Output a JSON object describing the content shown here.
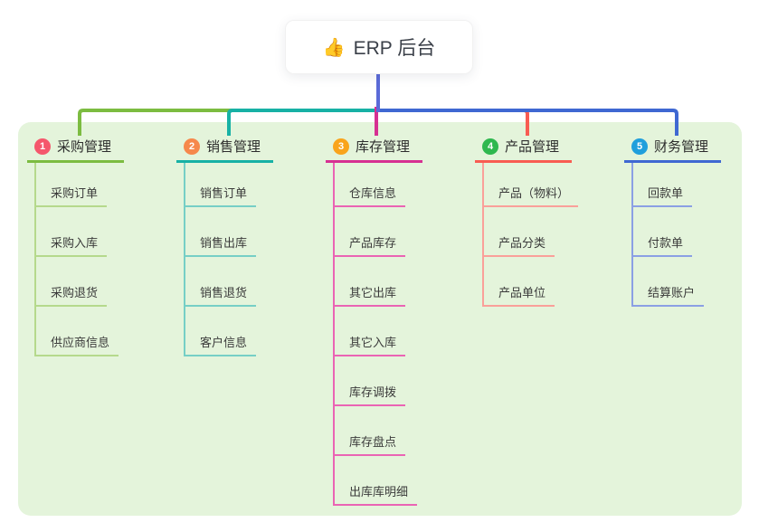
{
  "root": {
    "icon": "👍",
    "label": "ERP 后台"
  },
  "colors": {
    "page_background": "#ffffff",
    "panel_background": "#e4f4db",
    "root_connector": "#5b6bd8"
  },
  "branches": [
    {
      "index": "1",
      "label": "采购管理",
      "badge_color": "#f5576c",
      "line_color": "#7cbc41",
      "child_line_color": "#b5d98c",
      "children": [
        "采购订单",
        "采购入库",
        "采购退货",
        "供应商信息"
      ]
    },
    {
      "index": "2",
      "label": "销售管理",
      "badge_color": "#f6884b",
      "line_color": "#17b1a5",
      "child_line_color": "#76cfc6",
      "children": [
        "销售订单",
        "销售出库",
        "销售退货",
        "客户信息"
      ]
    },
    {
      "index": "3",
      "label": "库存管理",
      "badge_color": "#f9a41c",
      "line_color": "#d63092",
      "child_line_color": "#ea64b4",
      "children": [
        "仓库信息",
        "产品库存",
        "其它出库",
        "其它入库",
        "库存调拨",
        "库存盘点",
        "出库库明细"
      ]
    },
    {
      "index": "4",
      "label": "产品管理",
      "badge_color": "#2fb84f",
      "line_color": "#f85c52",
      "child_line_color": "#faa09a",
      "children": [
        "产品（物料）",
        "产品分类",
        "产品单位"
      ]
    },
    {
      "index": "5",
      "label": "财务管理",
      "badge_color": "#209fdc",
      "line_color": "#3f68d2",
      "child_line_color": "#8ba0e4",
      "children": [
        "回款单",
        "付款单",
        "结算账户"
      ]
    }
  ]
}
